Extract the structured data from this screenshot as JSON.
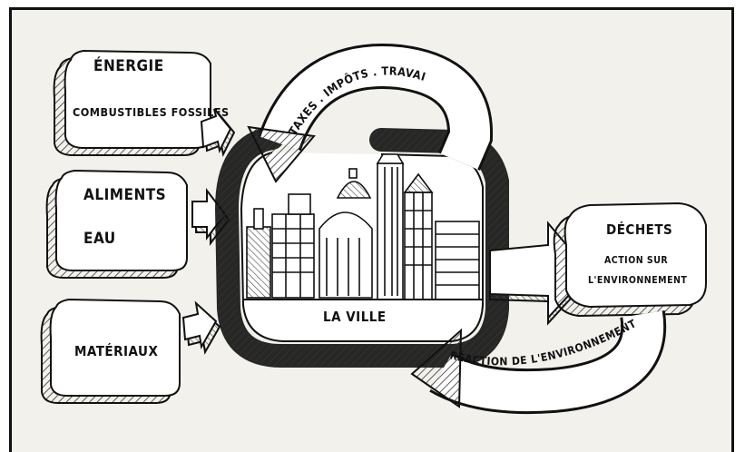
{
  "inputs": {
    "energie": {
      "title": "ÉNERGIE",
      "subtitle": "COMBUSTIBLES FOSSILES"
    },
    "aliments": {
      "line1": "ALIMENTS",
      "line2": "EAU"
    },
    "materiaux": {
      "label": "MATÉRIAUX"
    }
  },
  "city": {
    "label": "LA VILLE"
  },
  "top_arrow": {
    "label": "TAXES . IMPÔTS . TRAVAIL"
  },
  "output": {
    "title": "DÉCHETS",
    "line1": "ACTION SUR",
    "line2": "L'ENVIRONNEMENT"
  },
  "bottom_arrow": {
    "label": "RÉACTION DE L'ENVIRONNEMENT"
  },
  "colors": {
    "ink": "#111111",
    "paper": "#f3f1ec",
    "hatch": "#333333"
  }
}
